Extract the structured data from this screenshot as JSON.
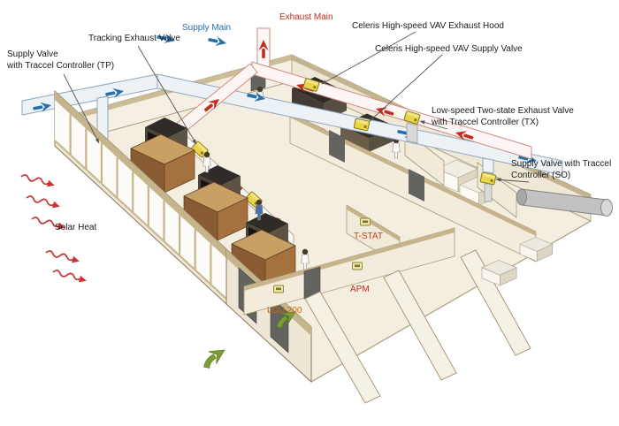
{
  "diagram": {
    "title": "Laboratory airflow control system - isometric cutaway",
    "labels": {
      "supply_valve_tp": {
        "text": "Supply Valve\nwith Traccel Controller (TP)",
        "color": "#1a1a1a"
      },
      "tracking_exhaust_valve": {
        "text": "Tracking Exhaust Valve",
        "color": "#1a1a1a"
      },
      "supply_main": {
        "text": "Supply Main",
        "color": "#2470ad"
      },
      "exhaust_main": {
        "text": "Exhaust Main",
        "color": "#c42b1c"
      },
      "celeris_exhaust_hood": {
        "text": "Celeris High-speed VAV Exhaust Hood",
        "color": "#1a1a1a"
      },
      "celeris_supply_valve": {
        "text": "Celeris High-speed VAV Supply Valve",
        "color": "#1a1a1a"
      },
      "low_speed_exhaust_valve": {
        "text": "Low-speed Two-state Exhaust Valve\nwith Traccel Controller (TX)",
        "color": "#1a1a1a"
      },
      "supply_valve_so": {
        "text": "Supply Valve with Traccel\nController (SO)",
        "color": "#1a1a1a"
      },
      "solar_heat": {
        "text": "Solar Heat",
        "color": "#1a1a1a"
      },
      "t_stat": {
        "text": "T-STAT",
        "color": "#cc3d1a"
      },
      "ldu_200": {
        "text": "LDU 200",
        "color": "#cc6a00"
      },
      "apm": {
        "text": "APM",
        "color": "#c42b1c"
      }
    },
    "colors": {
      "supply_air_blue": "#2470ad",
      "exhaust_air_red": "#c42b1c",
      "valve_yellow": "#e8d44a",
      "wall_cream": "#efe7d6",
      "wall_trim_tan": "#c6b48c",
      "floor_beige": "#f4eee0",
      "hood_wood_brown": "#8a5c34",
      "entry_arrow_green": "#7a9e35",
      "solar_heat_red": "#cc3333",
      "duct_gray": "#c2c2c2"
    },
    "icons": {
      "supply_flow_arrow": "➤ blue",
      "exhaust_flow_arrow": "➤ red",
      "entry_airflow_arrow": "➤ green curved",
      "solar_heat_wave": "〰 red wavy arrow"
    }
  }
}
